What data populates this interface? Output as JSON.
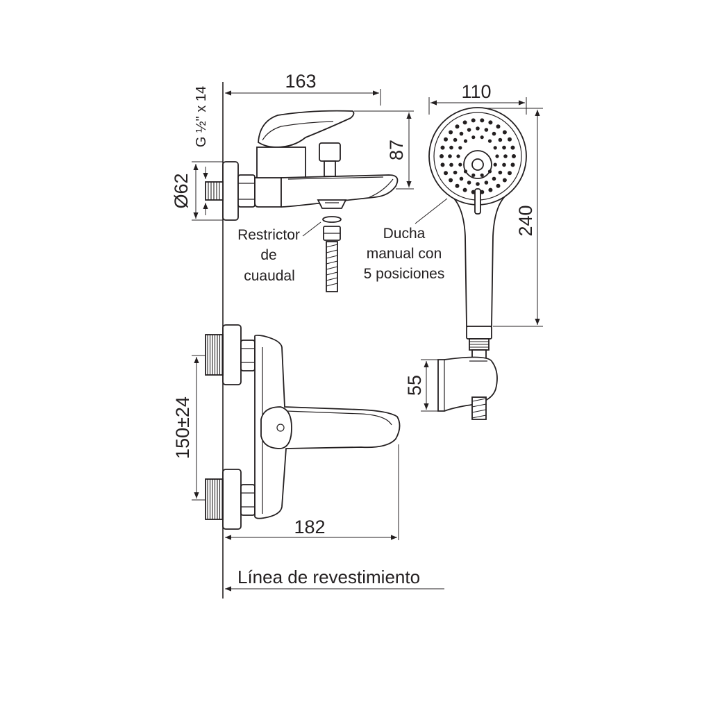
{
  "dimensions": {
    "spout_length": "163",
    "spout_height": "87",
    "thread": "G ½\" x 14",
    "diameter": "Ø62",
    "handshower_width": "110",
    "handshower_length": "240",
    "holder_height": "55",
    "inlet_spacing": "150±24",
    "body_length": "182"
  },
  "labels": {
    "restrictor_line1": "Restrictor",
    "restrictor_line2": "de",
    "restrictor_line3": "cuaudal",
    "shower_line1": "Ducha",
    "shower_line2": "manual con",
    "shower_line3": "5 posiciones",
    "wall_line": "Línea de revestimiento"
  },
  "colors": {
    "line": "#231f20",
    "background": "#ffffff"
  }
}
